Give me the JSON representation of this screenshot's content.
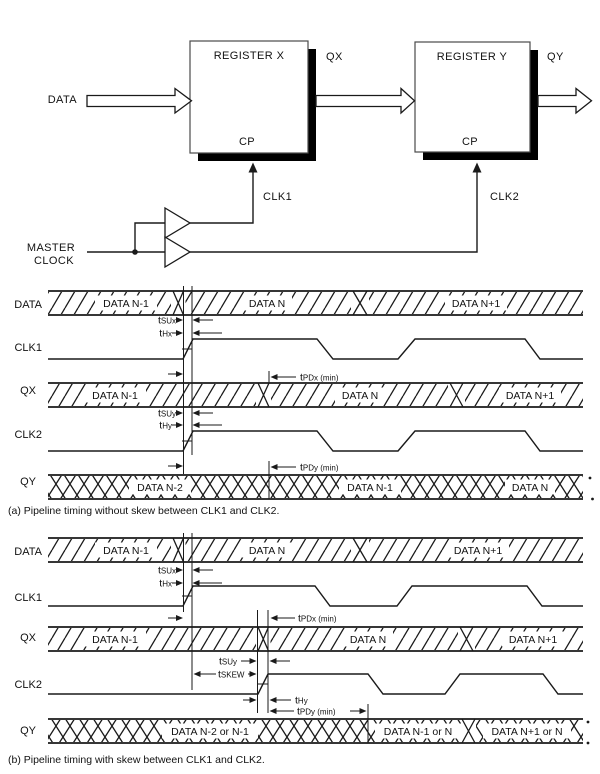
{
  "colors": {
    "ink": "#1a1a1a",
    "background": "#ffffff"
  },
  "block_diagram": {
    "data_label": "DATA",
    "register_x": "REGISTER X",
    "register_y": "REGISTER Y",
    "cp_x": "CP",
    "cp_y": "CP",
    "qx": "QX",
    "qy": "QY",
    "clk1": "CLK1",
    "clk2": "CLK2",
    "master_clock_line1": "MASTER",
    "master_clock_line2": "CLOCK"
  },
  "diagram_a": {
    "caption": "(a) Pipeline timing without skew between CLK1 and CLK2.",
    "rows": {
      "data": "DATA",
      "clk1": "CLK1",
      "qx": "QX",
      "clk2": "CLK2",
      "qy": "QY"
    },
    "data_segments": [
      "DATA N-1",
      "DATA N",
      "DATA N+1"
    ],
    "qx_segments": [
      "DATA N-1",
      "DATA N",
      "DATA N+1"
    ],
    "qy_segments": [
      "DATA N-2",
      "DATA N-1",
      "DATA N"
    ],
    "timing": {
      "tsux": "tSUx",
      "thx": "tHx",
      "tsuy": "tSUy",
      "thy": "tHy",
      "tpdx": "tPDx (min)",
      "tpdy": "tPDy (min)"
    }
  },
  "diagram_b": {
    "caption": "(b) Pipeline timing with skew between CLK1 and CLK2.",
    "rows": {
      "data": "DATA",
      "clk1": "CLK1",
      "qx": "QX",
      "clk2": "CLK2",
      "qy": "QY"
    },
    "data_segments": [
      "DATA N-1",
      "DATA N",
      "DATA N+1"
    ],
    "qx_segments": [
      "DATA N-1",
      "DATA N",
      "DATA N+1"
    ],
    "qy_segments": [
      "DATA N-2 or N-1",
      "DATA N-1 or N",
      "DATA N+1 or N"
    ],
    "timing": {
      "tsux": "tSUx",
      "thx": "tHx",
      "tsuy": "tSUy",
      "tskew": "tSKEW",
      "thy": "tHy",
      "tpdx": "tPDx (min)",
      "tpdy": "tPDy (min)"
    }
  }
}
